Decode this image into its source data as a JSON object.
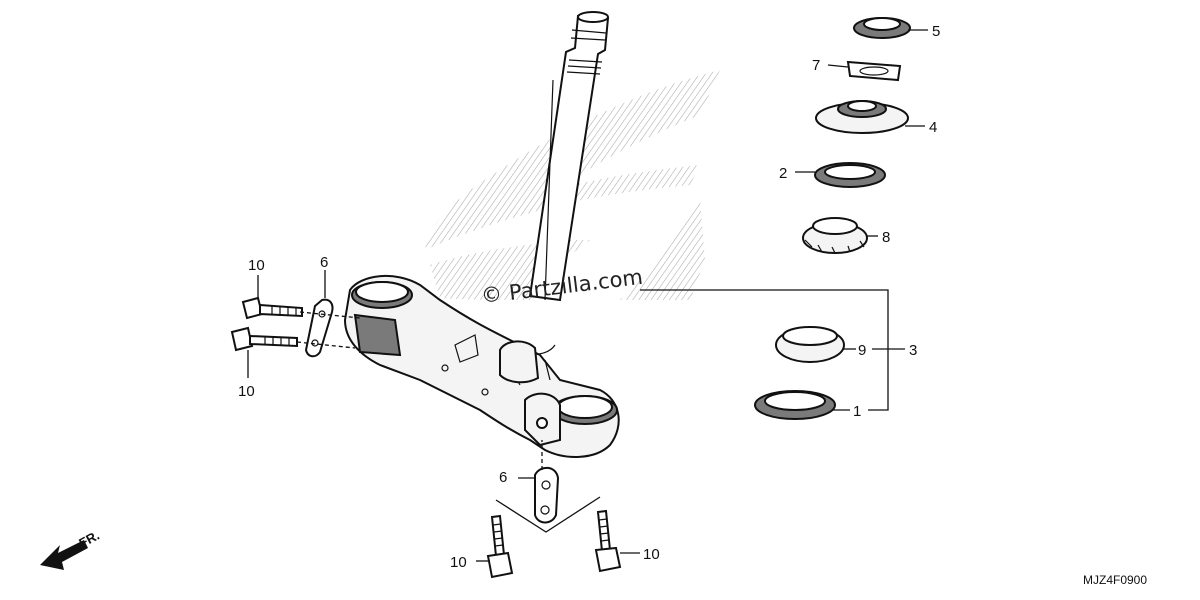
{
  "watermark": {
    "copyright": "©",
    "text": "Partzilla.com"
  },
  "direction_label": "FR.",
  "diagram_code": "MJZ4F0900",
  "callouts": [
    {
      "id": "c5",
      "text": "5"
    },
    {
      "id": "c7",
      "text": "7"
    },
    {
      "id": "c4",
      "text": "4"
    },
    {
      "id": "c2",
      "text": "2"
    },
    {
      "id": "c8",
      "text": "8"
    },
    {
      "id": "c9",
      "text": "9"
    },
    {
      "id": "c3",
      "text": "3"
    },
    {
      "id": "c1",
      "text": "1"
    },
    {
      "id": "c10a",
      "text": "10"
    },
    {
      "id": "c6a",
      "text": "6"
    },
    {
      "id": "c10b",
      "text": "10"
    },
    {
      "id": "c6b",
      "text": "6"
    },
    {
      "id": "c10c",
      "text": "10"
    },
    {
      "id": "c10d",
      "text": "10"
    }
  ]
}
